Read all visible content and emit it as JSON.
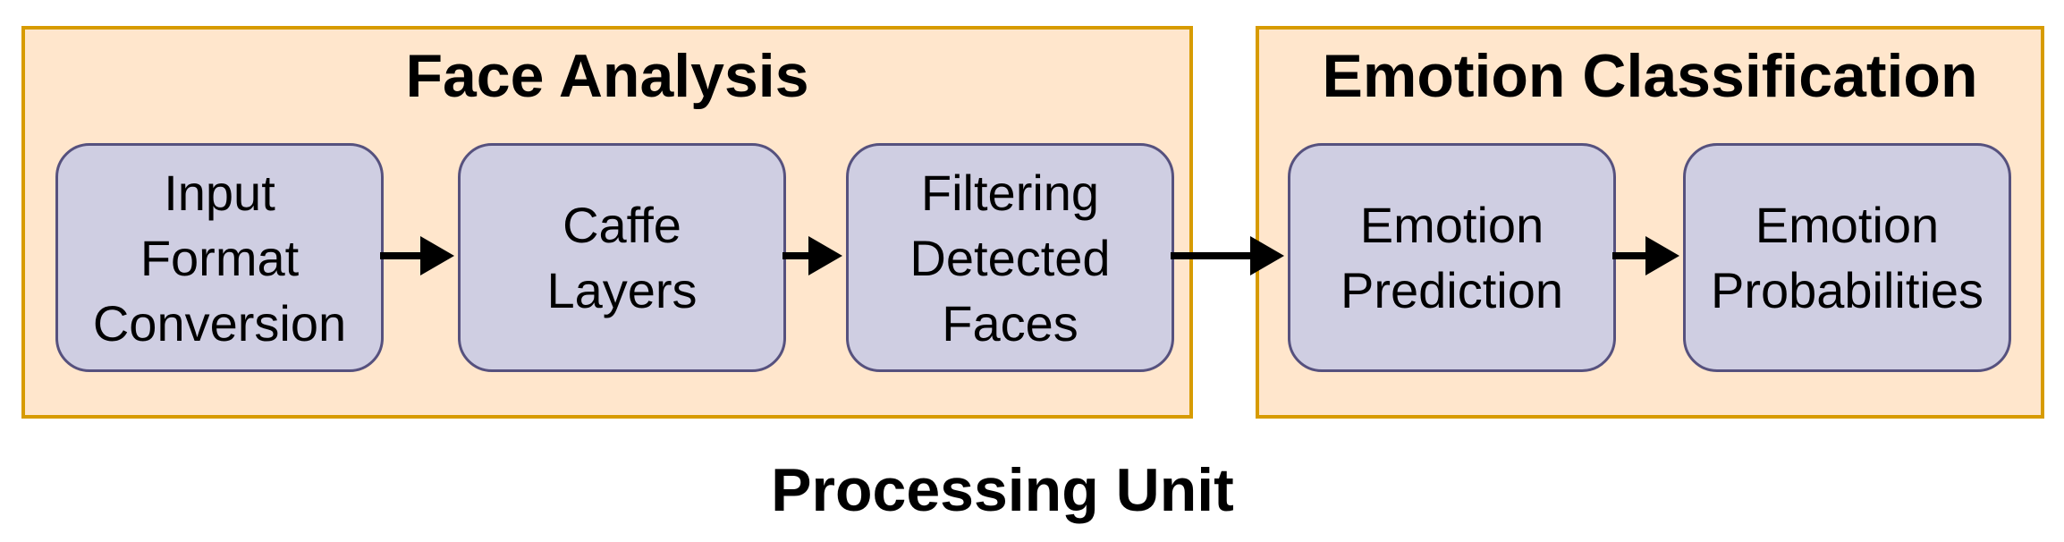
{
  "diagram": {
    "caption": "Processing Unit",
    "groups": [
      {
        "title": "Face Analysis",
        "nodes": [
          {
            "label": "Input\nFormat\nConversion"
          },
          {
            "label": "Caffe\nLayers"
          },
          {
            "label": "Filtering\nDetected\nFaces"
          }
        ]
      },
      {
        "title": "Emotion Classification",
        "nodes": [
          {
            "label": "Emotion\nPrediction"
          },
          {
            "label": "Emotion\nProbabilities"
          }
        ]
      }
    ]
  },
  "colors": {
    "group_fill": "#FFE6CC",
    "group_border": "#D79B00",
    "node_fill": "#CFCEE2",
    "node_border": "#56517E",
    "arrow": "#000000",
    "text": "#000000",
    "canvas_background": "#FFFFFF"
  }
}
